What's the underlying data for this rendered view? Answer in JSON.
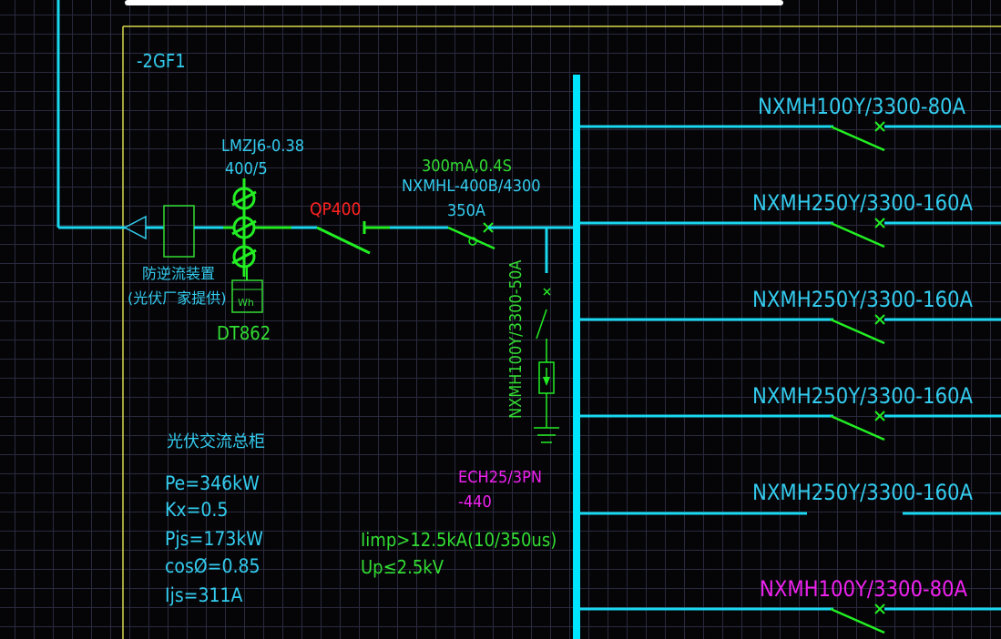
{
  "colors": {
    "background": "#050508",
    "grid": "#2a2a3e",
    "frame": "#d8d84a",
    "busbar": "#00e5ff",
    "wire_cyan": "#19d8f0",
    "switch_green": "#22ee22",
    "label_cyan": "#33ccee",
    "label_green": "#33dd33",
    "label_red": "#ff2222",
    "label_magenta": "#ee22ee",
    "scrollbar": "#ffffff"
  },
  "panel": {
    "designation": "-2GF1",
    "ct_label_1": "LMZJ6-0.38",
    "ct_label_2": "400/5",
    "meter_symbol": "Wh",
    "meter_model": "DT862",
    "anti_reverse_1": "防逆流装置",
    "anti_reverse_2": "(光伏厂家提供)",
    "qp_label": "QP400",
    "rcd_label": "300mA,0.4S",
    "main_breaker_model": "NXMHL-400B/4300",
    "main_breaker_rating": "350A",
    "spd_breaker": "NXMH100Y/3300-50A",
    "spd_model_1": "ECH25/3PN",
    "spd_model_2": "-440",
    "spd_param_1": "Iimp>12.5kA(10/350us)",
    "spd_param_2": "Up≤2.5kV",
    "cabinet_title": "光伏交流总柜",
    "calc_pe": "Pe=346kW",
    "calc_kx": "Kx=0.5",
    "calc_pjs": "Pjs=173kW",
    "calc_cos": "cosØ=0.85",
    "calc_ijs": "Ijs=311A"
  },
  "feeders": [
    {
      "label": "NXMH100Y/3300-80A",
      "color": "#33ccee",
      "switch": true
    },
    {
      "label": "NXMH250Y/3300-160A",
      "color": "#33ccee",
      "switch": true
    },
    {
      "label": "NXMH250Y/3300-160A",
      "color": "#33ccee",
      "switch": true
    },
    {
      "label": "NXMH250Y/3300-160A",
      "color": "#33ccee",
      "switch": true
    },
    {
      "label": "NXMH250Y/3300-160A",
      "color": "#33ccee",
      "switch": false
    },
    {
      "label": "NXMH100Y/3300-80A",
      "color": "#ee22ee",
      "switch": true
    }
  ]
}
